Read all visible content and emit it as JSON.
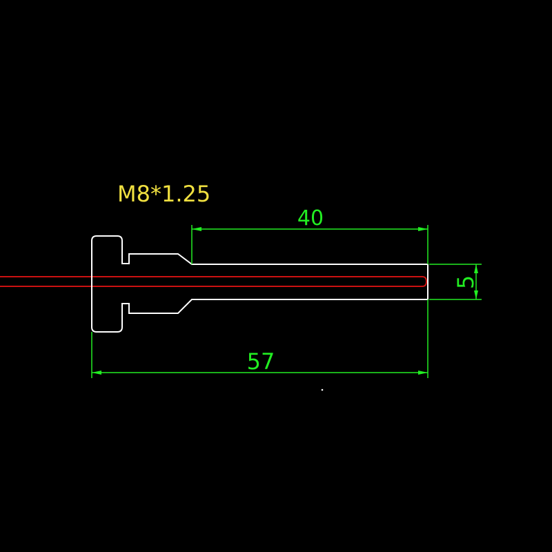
{
  "drawing": {
    "thread_spec": "M8*1.25",
    "dim_top_length": "40",
    "dim_overall_length": "57",
    "dim_slot_width": "5"
  },
  "colors": {
    "background": "#000000",
    "outline": "#ffffff",
    "dimension": "#22ee22",
    "annotation": "#f0e040",
    "centerline": "#cc1111"
  }
}
